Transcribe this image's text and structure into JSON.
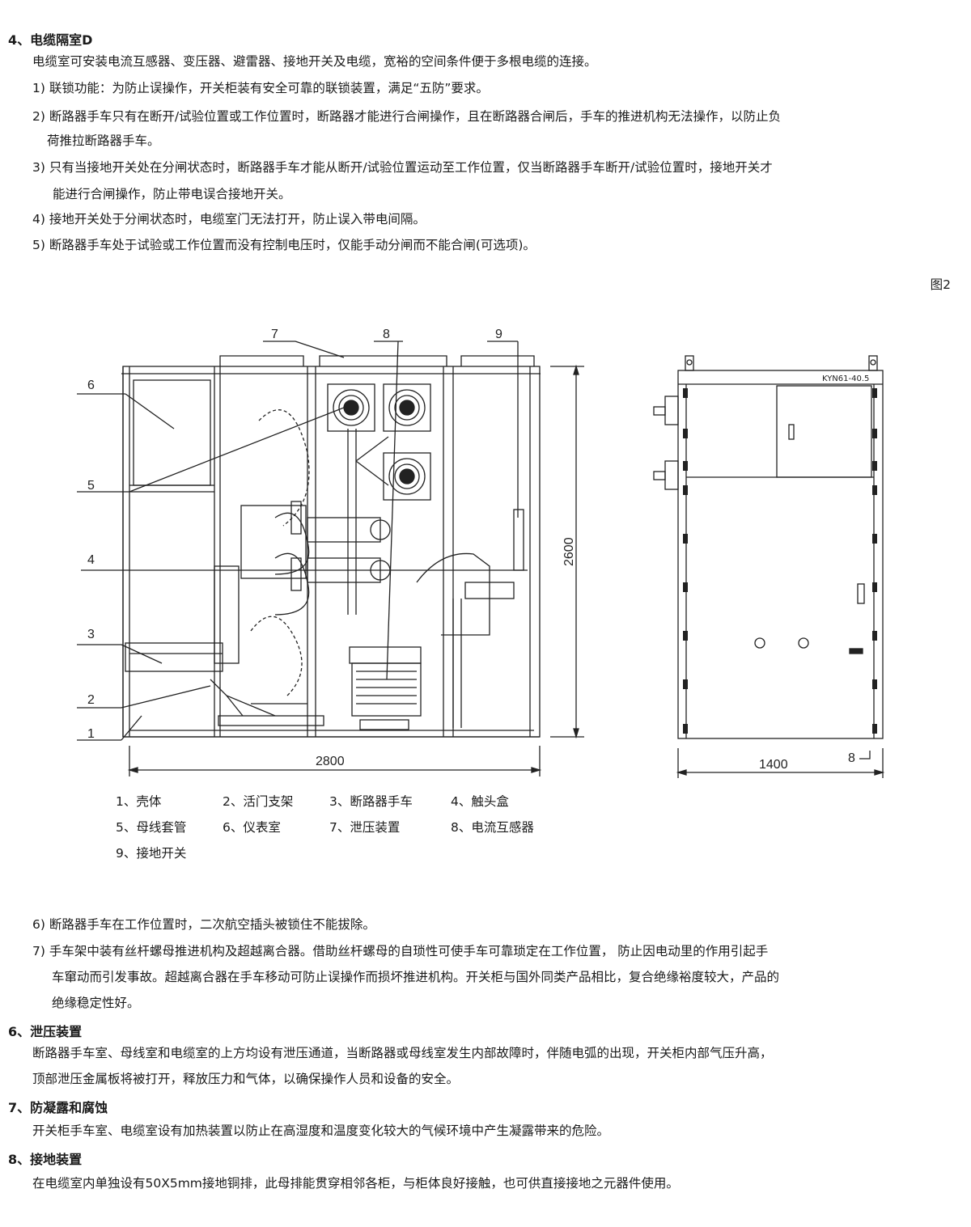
{
  "section4": {
    "heading": "4、电缆隔室D",
    "intro": "电缆室可安装电流互感器、变压器、避雷器、接地开关及电缆，宽裕的空间条件便于多根电缆的连接。",
    "items": [
      "1) 联锁功能：为防止误操作，开关柜装有安全可靠的联锁装置，满足“五防”要求。",
      "2) 断路器手车只有在断开/试验位置或工作位置时，断路器才能进行合闸操作，且在断路器合闸后，手车的推进机构无法操作，以防止负",
      "荷推拉断路器手车。",
      "3) 只有当接地开关处在分闸状态时，断路器手车才能从断开/试验位置运动至工作位置，仅当断路器手车断开/试验位置时，接地开关才",
      "能进行合闸操作，防止带电误合接地开关。",
      "4) 接地开关处于分闸状态时，电缆室门无法打开，防止误入带电间隔。",
      "5) 断路器手车处于试验或工作位置而没有控制电压时，仅能手动分闸而不能合闸(可选项)。"
    ]
  },
  "figure": {
    "label": "图2",
    "callouts": [
      "1",
      "2",
      "3",
      "4",
      "5",
      "6",
      "7",
      "8",
      "9"
    ],
    "dims": {
      "width_side": "2800",
      "height": "2600",
      "width_front": "1400",
      "small": "8"
    },
    "model": "KYN61-40.5",
    "legend": [
      [
        "1、壳体",
        "2、活门支架",
        "3、断路器手车",
        "4、触头盒"
      ],
      [
        "5、母线套管",
        "6、仪表室",
        "7、泄压装置",
        "8、电流互感器"
      ],
      [
        "9、接地开关"
      ]
    ]
  },
  "after_items": [
    "6) 断路器手车在工作位置时，二次航空插头被锁住不能拔除。",
    "7) 手车架中装有丝杆螺母推进机构及超越离合器。借助丝杆螺母的自琐性可使手车可靠琐定在工作位置， 防止因电动里的作用引起手",
    "车窜动而引发事故。超越离合器在手车移动可防止误操作而损坏推进机构。开关柜与国外同类产品相比，复合绝缘裕度较大，产品的",
    "绝缘稳定性好。"
  ],
  "section6": {
    "heading": "6、泄压装置",
    "lines": [
      "断路器手车室、母线室和电缆室的上方均设有泄压通道，当断路器或母线室发生内部故障时，伴随电弧的出现，开关柜内部气压升高，",
      "顶部泄压金属板将被打开，释放压力和气体，以确保操作人员和设备的安全。"
    ]
  },
  "section7": {
    "heading": "7、防凝露和腐蚀",
    "lines": [
      "开关柜手车室、电缆室设有加热装置以防止在高湿度和温度变化较大的气候环境中产生凝露带来的危险。"
    ]
  },
  "section8": {
    "heading": "8、接地装置",
    "lines": [
      "在电缆室内单独设有50X5mm接地铜排，此母排能贯穿相邻各柜，与柜体良好接触，也可供直接接地之元器件使用。"
    ]
  }
}
